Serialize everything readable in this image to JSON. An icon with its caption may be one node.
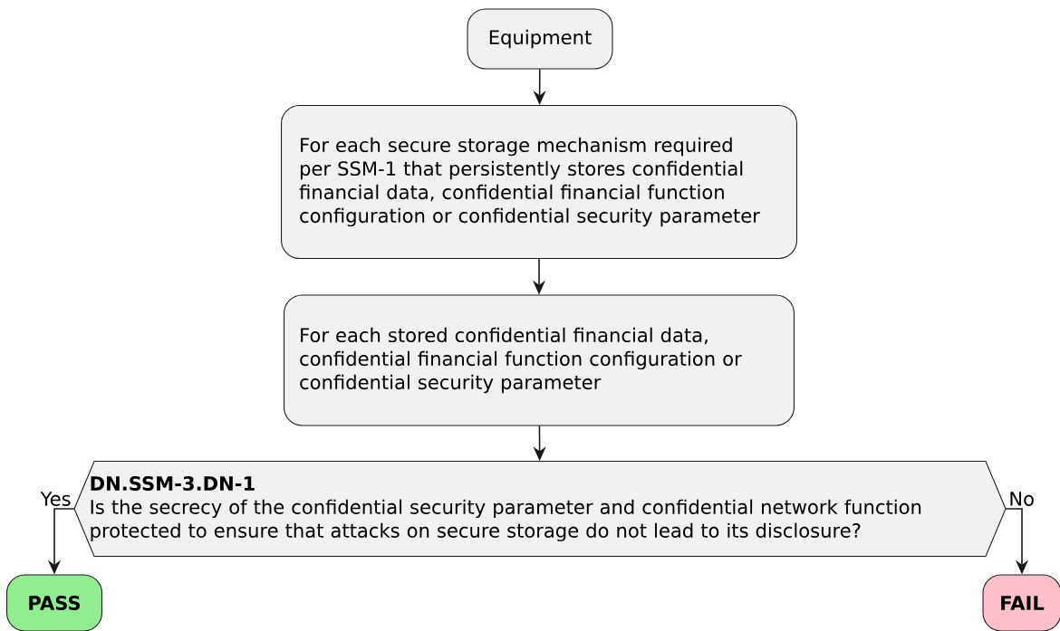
{
  "diagram": {
    "nodes": [
      {
        "text": [
          "Equipment"
        ]
      },
      {
        "text": [
          "For each secure storage mechanism required per SSM-1 that persistently stores confidential financial data, confidential financial function configuration or confidential security parameter"
        ]
      },
      {
        "text": [
          "For each stored confidential financial data, confidential financial function configuration or confidential security parameter"
        ]
      },
      {
        "text": [
          "DN.SSM-3.DN-1",
          "Is the secrecy of the confidential security parameter and confidential network function protected to ensure that attacks on secure storage do not lead to its disclosure?"
        ]
      },
      {
        "text": [
          "PASS"
        ]
      },
      {
        "text": [
          "FAIL"
        ]
      }
    ],
    "edges": [
      {
        "from": 0,
        "to": 1,
        "arrow": "to"
      },
      {
        "from": 1,
        "to": 2,
        "arrow": "to"
      },
      {
        "from": 2,
        "to": 3,
        "arrow": "to"
      },
      {
        "from": 3,
        "to": 4,
        "arrow": "to",
        "label": "Yes"
      },
      {
        "from": 3,
        "to": 5,
        "arrow": "to",
        "label": "No"
      }
    ]
  }
}
